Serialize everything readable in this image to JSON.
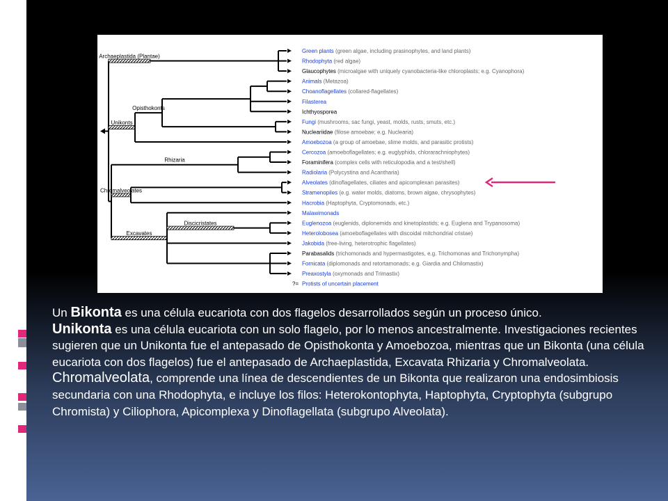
{
  "slide": {
    "colors": {
      "background_top": "#000000",
      "background_bottom": "#4a6394",
      "leaf_link": "#1b3fd8",
      "arrow": "#e0287a"
    },
    "tree": {
      "groups": {
        "archaeplastida": "Archaeplastida (Plantae)",
        "opisthokonts": "Opisthokonts",
        "unikonts": "Unikonts",
        "rhizaria": "Rhizaria",
        "chromalveolates": "Chromalveolates",
        "discicristates": "Discicristates",
        "excavates": "Excavates"
      },
      "leaves": [
        {
          "name": "Green plants",
          "desc": " (green algae, including prasinophytes, and land plants)",
          "linked": true
        },
        {
          "name": "Rhodophyta",
          "desc": " (red algae)",
          "linked": true
        },
        {
          "name": "Glaucophytes",
          "desc": " (microalgae with uniquely cyanobacteria-like chloroplasts; e.g. Cyanophora)",
          "linked": false
        },
        {
          "name": "Animals",
          "desc": " (Metazoa)",
          "linked": true
        },
        {
          "name": "Choanoflagellates",
          "desc": " (collared-flagellates)",
          "linked": true
        },
        {
          "name": "Filasterea",
          "desc": "",
          "linked": true
        },
        {
          "name": "Ichthyosporea",
          "desc": "",
          "linked": false
        },
        {
          "name": "Fungi",
          "desc": " (mushrooms, sac fungi, yeast, molds, rusts, smuts, etc.)",
          "linked": true
        },
        {
          "name": "Nucleariidae",
          "desc": " (filose amoebae; e.g. Nuclearia)",
          "linked": false
        },
        {
          "name": "Amoebozoa",
          "desc": " (a group of amoebae, slime molds, and parasitic protists)",
          "linked": true
        },
        {
          "name": "Cercozoa",
          "desc": " (amoeboflagellates; e.g. euglyphids, chlorarachniophytes)",
          "linked": true
        },
        {
          "name": "Foraminifera",
          "desc": " (complex cells with reticulopodia and a test/shell)",
          "linked": false
        },
        {
          "name": "Radiolaria",
          "desc": " (Polycystina and Acantharia)",
          "linked": true
        },
        {
          "name": "Alveolates",
          "desc": " (dinoflagellates, ciliates and apicomplexan parasites)",
          "linked": true
        },
        {
          "name": "Stramenopiles",
          "desc": " (e.g. water molds, diatoms, brown algae, chrysophytes)",
          "linked": true
        },
        {
          "name": "Hacrobia",
          "desc": " (Haptophyta, Cryptomonads, etc.)",
          "linked": true
        },
        {
          "name": "Malawimonads",
          "desc": "",
          "linked": true
        },
        {
          "name": "Euglenozoa",
          "desc": " (euglenids, diplonemids and kinetoplastids; e.g. Euglena and Trypanosoma)",
          "linked": true
        },
        {
          "name": "Heterolobosea",
          "desc": " (amoeboflagellates with discoidal mitchondrial cristae)",
          "linked": true
        },
        {
          "name": "Jakobida",
          "desc": " (free-living, heterotrophic flagellates)",
          "linked": true
        },
        {
          "name": "Parabasalids",
          "desc": " (trichomonads and hypermastigotes, e.g. Trichomonas and Trichonympha)",
          "linked": false
        },
        {
          "name": "Fornicata",
          "desc": " (diplomonads and retortamonads; e.g. Giardia and Chilomastix)",
          "linked": true
        },
        {
          "name": "Preaxostyla",
          "desc": " (oxymonads and Trimastix)",
          "linked": true
        },
        {
          "name": "Protists of uncertain placement",
          "desc": "",
          "linked": true,
          "prefix": "?="
        }
      ]
    },
    "caption": {
      "p1": {
        "lead": "Un ",
        "term": "Bikonta",
        "rest": " es una célula eucariota con dos flagelos desarrollados según un proceso único."
      },
      "p2": {
        "term": "Unikonta",
        "rest": " es una célula eucariota con un solo flagelo, por lo menos ancestralmente. Investigaciones recientes sugieren que un Unikonta fue el antepasado de Opisthokonta y Amoebozoa, mientras que un Bikonta (una célula eucariota con dos flagelos) fue el antepasado de Archaeplastida, Excavata Rhizaria y Chromalveolata."
      },
      "p3": {
        "term": "Chromalveolata",
        "rest": ", comprende una línea de descendientes de un Bikonta que realizaron una endosimbiosis secundaria con una Rhodophyta, e incluye los filos: Heterokontophyta, Haptophyta, Cryptophyta (subgrupo Chromista) y Ciliophora, Apicomplexa y Dinoflagellata (subgrupo Alveolata)."
      }
    }
  }
}
